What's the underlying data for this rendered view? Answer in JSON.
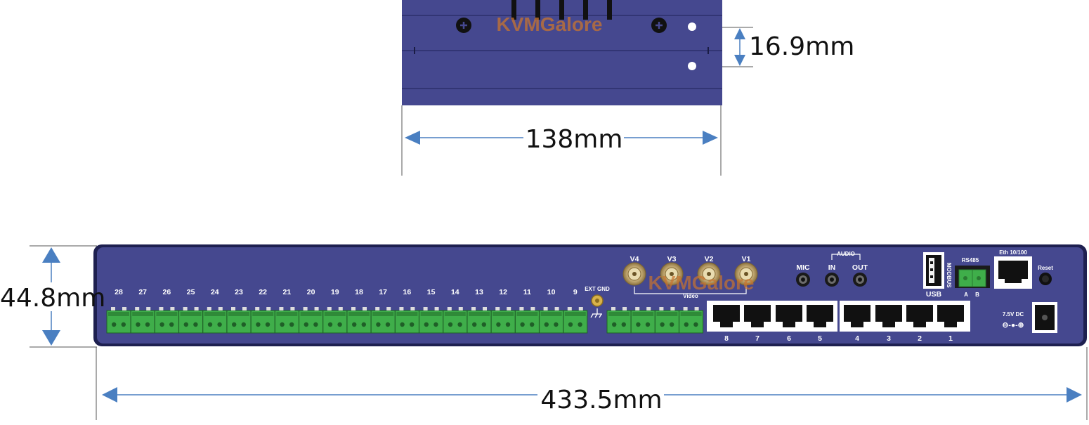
{
  "dimensions": {
    "top_width": "138mm",
    "top_height": "16.9mm",
    "front_height": "44.8mm",
    "front_width": "433.5mm"
  },
  "watermark": "KVMGalore",
  "terminals_left": [
    "28",
    "27",
    "26",
    "25",
    "24",
    "23",
    "22",
    "21",
    "20",
    "19",
    "18",
    "17",
    "16",
    "15",
    "14",
    "13",
    "12",
    "11",
    "10",
    "9"
  ],
  "ext_gnd_label": "EXT GND",
  "video": {
    "labels": [
      "V4",
      "V3",
      "V2",
      "V1"
    ],
    "group_label": "Video"
  },
  "audio": {
    "group_label": "AUDIO",
    "mic": "MIC",
    "in": "IN",
    "out": "OUT"
  },
  "rj45_ports": [
    "8",
    "7",
    "6",
    "5",
    "4",
    "3",
    "2",
    "1"
  ],
  "usb_label": "USB",
  "modbus_label": "MODBUS",
  "rs485": {
    "label": "RS485",
    "a": "A",
    "b": "B"
  },
  "eth_label": "Eth 10/100",
  "reset_label": "Reset",
  "power_label": "7.5V DC",
  "power_polarity": "⊖-●-⊕",
  "colors": {
    "chassis": "#45488f",
    "chassis_dark": "#2c2f6b",
    "terminal_green": "#3fae4a",
    "arrow_blue": "#4a7fc1"
  }
}
